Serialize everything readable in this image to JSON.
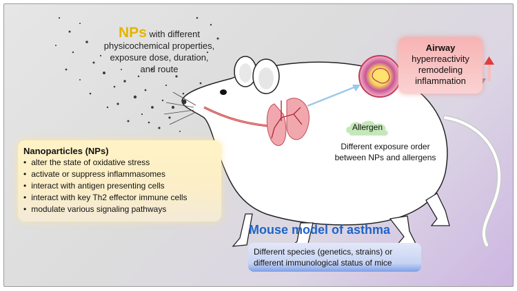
{
  "np_title": {
    "abbrev": "NPs",
    "lines": [
      "with different",
      "physicochemical properties,",
      "exposure dose, duration,",
      "and route"
    ]
  },
  "nanoparticles": {
    "heading": "Nanoparticles (NPs)",
    "items": [
      "alter the state of oxidative stress",
      "activate or suppress inflammasomes",
      "interact with antigen presenting cells",
      "interact with key Th2 effector immune cells",
      "modulate various signaling pathways"
    ]
  },
  "airway": {
    "title": "Airway",
    "lines": [
      "hyperreactivity",
      "remodeling",
      "inflammation"
    ]
  },
  "allergen": {
    "label": "Allergen",
    "order_lines": [
      "Different exposure order",
      "between NPs and allergens"
    ]
  },
  "model": {
    "title": "Mouse model of asthma",
    "species_lines": [
      "Different species (genetics, strains) or",
      "different immunological status of mice"
    ]
  },
  "colors": {
    "np_accent": "#e4b400",
    "model_title": "#1f64c8",
    "airway_box": "#f7b3b3",
    "lung": "#f0a8ae",
    "up_arrow": "#e23b3b",
    "down_arrow": "#8a8a8a"
  },
  "icons": [
    "mouse-illustration",
    "lungs-icon",
    "airway-cross-section-icon",
    "allergen-cloud-icon",
    "up-arrow-icon",
    "down-arrow-icon",
    "particle-cloud"
  ]
}
